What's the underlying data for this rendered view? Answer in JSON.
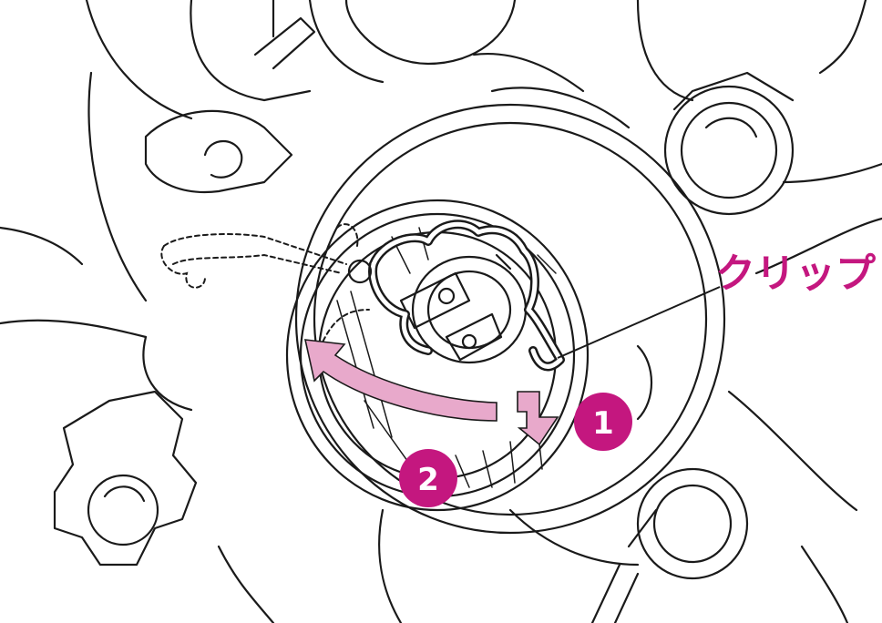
{
  "labels": {
    "clip": "クリップ",
    "step1": "1",
    "step2": "2"
  },
  "colors": {
    "accent": "#c4177f",
    "arrow_fill": "#e8a9cb",
    "line": "#1a1a1a"
  }
}
